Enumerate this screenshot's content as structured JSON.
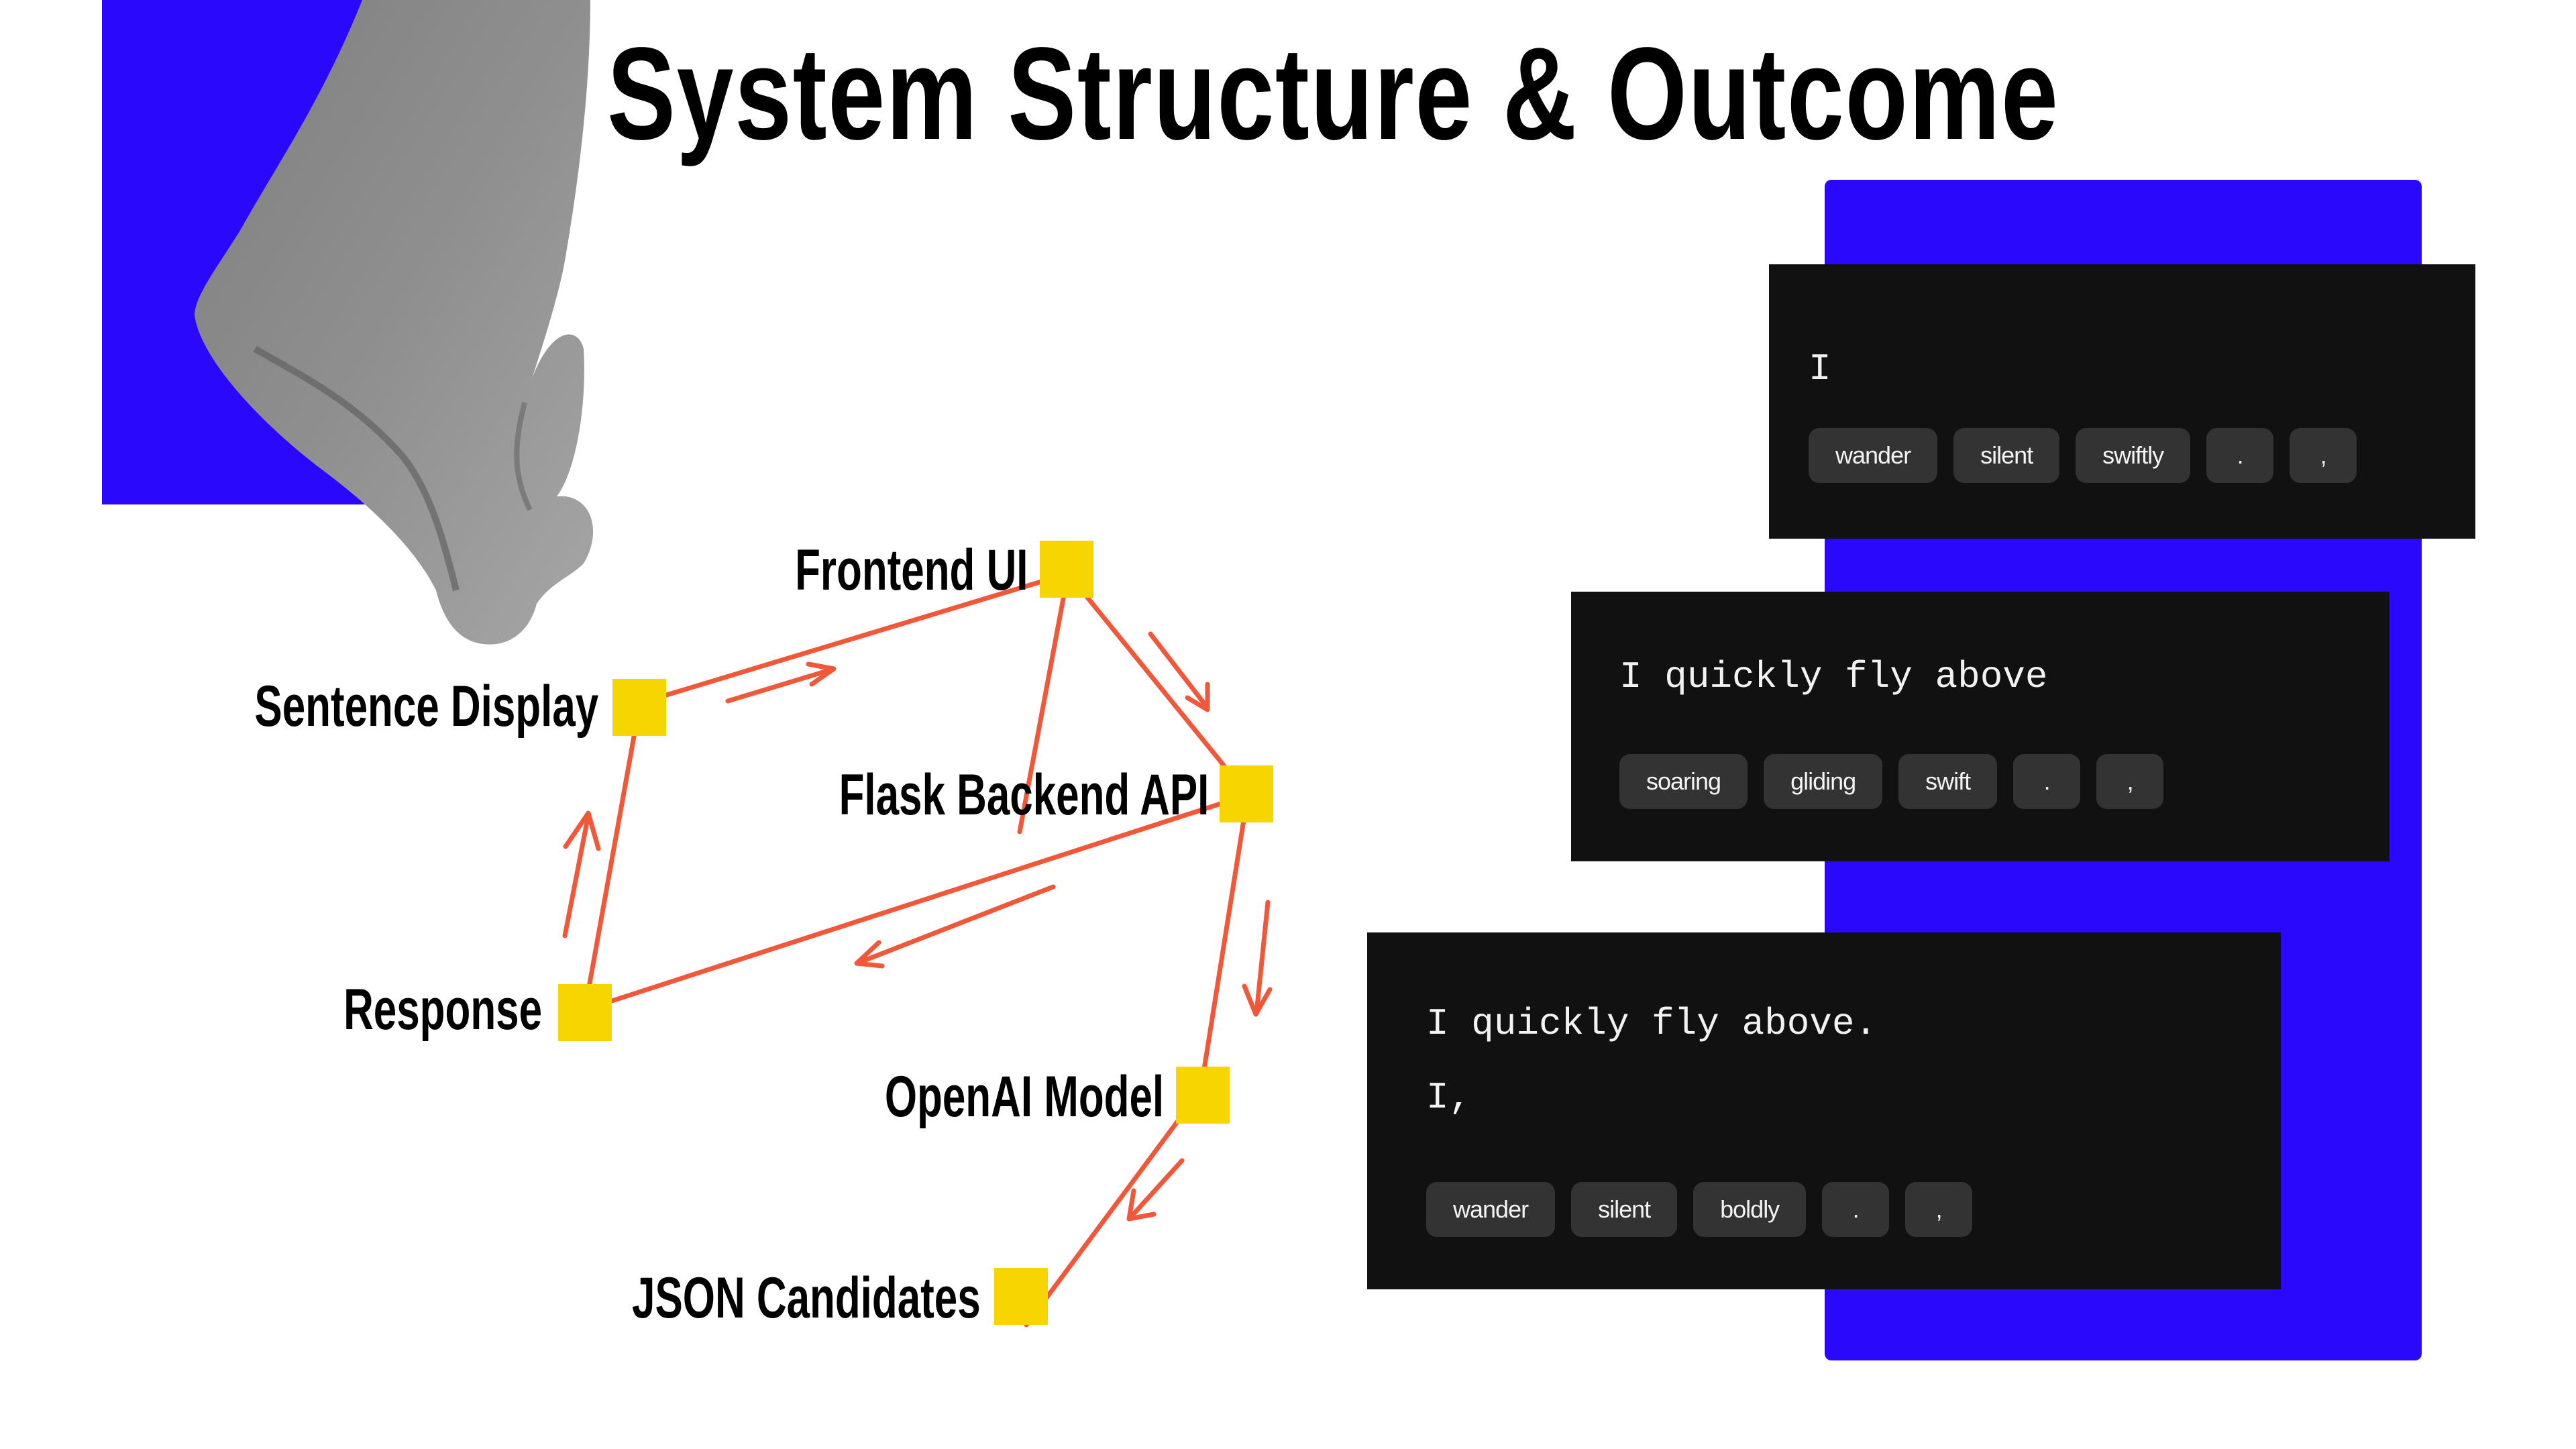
{
  "title": "System Structure & Outcome",
  "colors": {
    "accent_blue": "#2a08fc",
    "node_yellow": "#f7d500",
    "arrow_red": "#f04a2a",
    "card_bg": "#111111",
    "chip_bg": "#333333"
  },
  "decor": {
    "hand_image": "hand-photo"
  },
  "diagram": {
    "nodes": [
      {
        "id": "frontend-ui",
        "label": "Frontend UI"
      },
      {
        "id": "sentence-display",
        "label": "Sentence Display"
      },
      {
        "id": "flask-backend-api",
        "label": "Flask Backend API"
      },
      {
        "id": "response",
        "label": "Response"
      },
      {
        "id": "openai-model",
        "label": "OpenAI Model"
      },
      {
        "id": "json-candidates",
        "label": "JSON Candidates"
      }
    ],
    "edges": [
      {
        "from": "sentence-display",
        "to": "frontend-ui"
      },
      {
        "from": "frontend-ui",
        "to": "flask-backend-api"
      },
      {
        "from": "flask-backend-api",
        "to": "openai-model"
      },
      {
        "from": "openai-model",
        "to": "json-candidates"
      },
      {
        "from": "flask-backend-api",
        "to": "response"
      },
      {
        "from": "response",
        "to": "sentence-display"
      }
    ]
  },
  "cards": [
    {
      "lines": [
        "I"
      ],
      "chips": [
        "wander",
        "silent",
        "swiftly",
        ".",
        ","
      ]
    },
    {
      "lines": [
        "I quickly fly above"
      ],
      "chips": [
        "soaring",
        "gliding",
        "swift",
        ".",
        ","
      ]
    },
    {
      "lines": [
        "I quickly fly above.",
        "I,"
      ],
      "chips": [
        "wander",
        "silent",
        "boldly",
        ".",
        ","
      ]
    }
  ]
}
